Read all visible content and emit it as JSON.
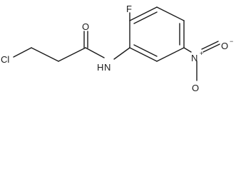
{
  "molecule": {
    "atoms": {
      "cl": "Cl",
      "o_carbonyl": "O",
      "n_amide": "N",
      "h_amide": "H",
      "f": "F",
      "n_nitro": "N",
      "o_nitro_top": "O",
      "o_nitro_bottom": "O",
      "charge_plus": "+",
      "charge_minus": "−"
    }
  }
}
